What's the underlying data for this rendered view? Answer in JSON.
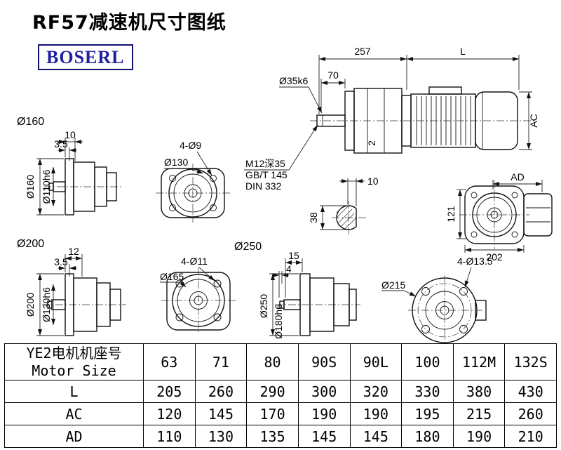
{
  "header": {
    "title": "RF57减速机尺寸图纸",
    "logo": "BOSERL"
  },
  "main_view": {
    "dim_257": "257",
    "dim_l": "L",
    "dim_70": "70",
    "shaft_dia": "Ø35k6",
    "dim_ac": "AC",
    "dim_2": "2",
    "tap_note": "M12深35",
    "std_note1": "GB/T 145",
    "std_note2": "DIN 332"
  },
  "flange160_view": {
    "label": "Ø160",
    "dim_10": "10",
    "dim_3_5": "3.5",
    "dia_outer": "Ø160",
    "dia_spigot": "Ø110h6"
  },
  "flange130_view": {
    "holes": "4-Ø9",
    "dia": "Ø130"
  },
  "shaft_section": {
    "key_width": "10",
    "dia": "38"
  },
  "ad_view": {
    "dim_ad": "AD",
    "dim_121": "121",
    "dim_202": "202"
  },
  "flange200_view": {
    "label": "Ø200",
    "dim_12": "12",
    "dim_3_5": "3.5",
    "dia_outer": "Ø200",
    "dia_spigot": "Ø130h6"
  },
  "flange165_view": {
    "label_250": "Ø250",
    "holes": "4-Ø11",
    "dia": "Ø165"
  },
  "view250": {
    "dim_15": "15",
    "dim_4": "4",
    "dia_outer": "Ø250",
    "dia_spigot": "Ø180h6"
  },
  "flange215_view": {
    "holes": "4-Ø13.5",
    "dia": "Ø215"
  },
  "table": {
    "motor_label_cn": "YE2电机机座号",
    "motor_label_en": "Motor Size",
    "sizes": [
      "63",
      "71",
      "80",
      "90S",
      "90L",
      "100",
      "112M",
      "132S"
    ],
    "rows": [
      {
        "label": "L",
        "values": [
          "205",
          "260",
          "290",
          "300",
          "320",
          "330",
          "380",
          "430"
        ]
      },
      {
        "label": "AC",
        "values": [
          "120",
          "145",
          "170",
          "190",
          "190",
          "195",
          "215",
          "260"
        ]
      },
      {
        "label": "AD",
        "values": [
          "110",
          "130",
          "135",
          "145",
          "145",
          "180",
          "190",
          "210"
        ]
      }
    ]
  }
}
